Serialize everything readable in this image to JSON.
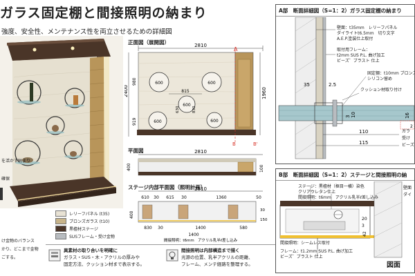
{
  "title": "ガラス固定棚と間接照明の納まり",
  "subtitle": "強度、安全性、メンテナンス性を両立させるための詳細図",
  "left_notes": {
    "note1": "を活かす納まり",
    "note2": "確保",
    "note3": "け金物のバランス",
    "note4": "かり、どこまで金物",
    "note5": "ごする。"
  },
  "legend": [
    {
      "label": "レリーフパネル (t35)",
      "color": "#e8e2d4"
    },
    {
      "label": "ブロンズガラス (t10)",
      "color": "#c8b48a"
    },
    {
      "label": "黒檀材ステージ",
      "color": "#4a3528"
    },
    {
      "label": "SUSフレーム・受け金物",
      "color": "#b8bcc0"
    }
  ],
  "bullets": {
    "b1_title": "異素材の取り合いを明確に",
    "b1_l1": "ガラス・SUS・木・アクリルの厚みや",
    "b1_l2": "固定方法、クッション材まで表示する。",
    "b2_title": "間接照明は内部構造まで描く",
    "b2_l1": "光源の位置、乳半アクリルの距離、",
    "b2_l2": "フレーム、メンテ経路を整理する。"
  },
  "front": {
    "label": "正面図（展開図）",
    "dim_total": "2810",
    "dim_height": "2400",
    "dim_right": "1960",
    "dim_980": "980",
    "dim_815": "815",
    "dim_919": "919",
    "dim_630": "630",
    "dim_830": "830",
    "circles": [
      "600",
      "600",
      "600",
      "600",
      "600"
    ],
    "sec_a": "A",
    "sec_b": "B",
    "sec_b2": "B'"
  },
  "plan": {
    "label": "平面図",
    "dim_total": "2810",
    "dim_depth": "400",
    "dim_100": "100"
  },
  "stage_plan": {
    "label": "ステージ内部平面図（照明計画）",
    "dim_total": "2810",
    "top_dims": [
      "610",
      "30",
      "615",
      "30",
      "1360",
      "50"
    ],
    "bot_dims": [
      "830",
      "30",
      "1400",
      "580"
    ],
    "dim_400": "400",
    "dim_30": "30",
    "dim_150": "150",
    "dim_1400": "1400",
    "note": "間接照明：t6mm　アクリル乳半ℓ差し込み"
  },
  "detail_a": {
    "header": "A部　断面詳細図（S=1：2）ガラス固定棚の納まり",
    "n1": "壁面：t35mm　レリーフパネル",
    "n2": "ダイライトt6.5mm　切り文字",
    "n3": "A.E.P.塗装仕上取付",
    "n4": "取付用フレーム：",
    "n5": "t2mm SUS P.L. 曲げ加工",
    "n6": "ビーズ゛ブラスト 仕上",
    "n7": "固定棚：t10mm ブロンズ ガ",
    "n8": "シリコン留め",
    "n9": "クッション材取り付け",
    "n10": "ガラ",
    "n11": "受け",
    "n12": "ビーズ",
    "d35": "35",
    "d25": "2.5",
    "d10": "10",
    "d3": "3",
    "d110": "110",
    "d115": "115",
    "d16": "16",
    "d2": "2"
  },
  "detail_b": {
    "header": "B部　断面詳細図（S=1：2）ステージと間接照明の納",
    "n1": "ステージ：黒檀材（框目一横）染色",
    "n2": "クリアウレタン仕上",
    "n3": "間接照明：t6mm　アクリル乳半ℓ差し込み",
    "n4": "間接照明：シームレス取付",
    "n5": "フレーム：t1.2mm SUS P.L. 曲げ加工",
    "n6": "ビーズ゛ブラスト 仕上",
    "n7": "壁面",
    "n8": "ダイ",
    "d42": "42",
    "d20": "20",
    "d3": "3",
    "footer": "図面"
  },
  "colors": {
    "accent_red": "#d8342a",
    "dark_wood": "#4a3528",
    "bronze": "#b8955a",
    "panel": "#ece7da"
  }
}
